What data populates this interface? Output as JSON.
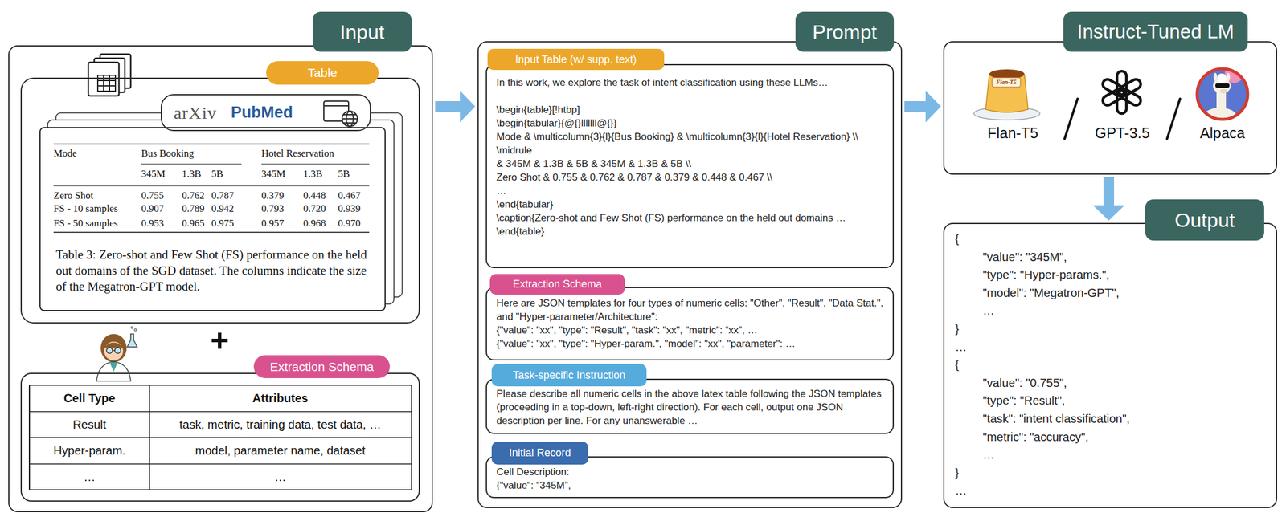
{
  "diagram": {
    "nodes": [
      {
        "text": [
          "Input"
        ]
      },
      {
        "text": [
          "Table"
        ],
        "in": 0
      },
      {
        "text": [
          "arXiv",
          "PubMed"
        ],
        "in": 1
      },
      {
        "text": [
          "Table 3: Zero-shot and Few Shot (FS) performance on the held out domains of the SGD dataset. The columns indicate the size of the Megatron-GPT model."
        ],
        "in": 1
      },
      {
        "text": [
          "Extraction Schema"
        ],
        "in": 0
      },
      {
        "text": [
          "Prompt"
        ]
      },
      {
        "text": [
          "Input Table (w/ supp. text)",
          "In this work, we explore the task of intent classification using these LLMs…",
          "\\begin{table}[!htbp]",
          "\\begin{tabular}{@{}lllllll@{}}",
          "Mode & \\multicolumn{3}{l}{Bus Booking} & \\multicolumn{3}{l}{Hotel Reservation} \\\\ \\midrule",
          "& 345M & 1.3B & 5B & 345M & 1.3B & 5B \\\\",
          "Zero Shot & 0.755 & 0.762 & 0.787 & 0.379 & 0.448 & 0.467 \\\\",
          "…",
          "\\end{tabular}",
          "\\caption{Zero-shot and Few Shot (FS) performance on the held out domains …",
          "\\end{table}"
        ],
        "in": 5
      },
      {
        "text": [
          "Extraction Schema",
          "Here are JSON templates for four types of numeric cells: \"Other\", \"Result\", \"Data Stat.\", and \"Hyper-parameter/Architecture\":",
          "{\"value\": \"xx\", \"type\": \"Result\", \"task\": \"xx\", \"metric\": “xx”, …",
          "{\"value\": \"xx\", \"type\": \"Hyper-param.\", \"model\": \"xx\", \"parameter\": …"
        ],
        "in": 5
      },
      {
        "text": [
          "Task-specific Instruction",
          "Please describe all numeric cells in the above latex table following the JSON templates (proceeding in a top-down, left-right direction). For each cell, output one JSON description per line. For any unanswerable …"
        ],
        "in": 5
      },
      {
        "text": [
          "Initial Record",
          "Cell Description:",
          "{\"value\": “345M”,"
        ],
        "in": 5
      },
      {
        "text": [
          "Instruct-Tuned LM"
        ]
      },
      {
        "text": [
          "Output",
          "{",
          "\"value\": \"345M\",",
          "\"type\": \"Hyper-params.\",",
          "\"model\": \"Megatron-GPT\",",
          "…",
          "}",
          "…",
          "{",
          "\"value\": \"0.755\",",
          "\"type\": \"Result\",",
          "\"task\": \"intent classification\",",
          "\"metric\": \"accuracy\",",
          "…",
          "}",
          "…"
        ]
      }
    ],
    "edges": [
      {
        "from": 0,
        "to": 5,
        "arrow": "to"
      },
      {
        "from": 5,
        "to": 10,
        "arrow": "to"
      },
      {
        "from": 10,
        "to": 11,
        "arrow": "to"
      }
    ],
    "labels": [
      "Mode",
      "Bus Booking",
      "Hotel Reservation",
      "345M",
      "1.3B",
      "5B",
      "345M",
      "1.3B",
      "5B",
      "Zero Shot",
      "0.755",
      "0.762",
      "0.787",
      "0.379",
      "0.448",
      "0.467",
      "FS - 10 samples",
      "0.907",
      "0.789",
      "0.942",
      "0.793",
      "0.720",
      "0.939",
      "FS - 50 samples",
      "0.953",
      "0.965",
      "0.975",
      "0.957",
      "0.968",
      "0.970",
      "+",
      "Cell Type",
      "Attributes",
      "Result",
      "task, metric, training data, test data, …",
      "Hyper-param.",
      "model, parameter name, dataset",
      "…",
      "…",
      "Flan-T5",
      "Flan-T5",
      "GPT-3.5",
      "Alpaca"
    ]
  }
}
